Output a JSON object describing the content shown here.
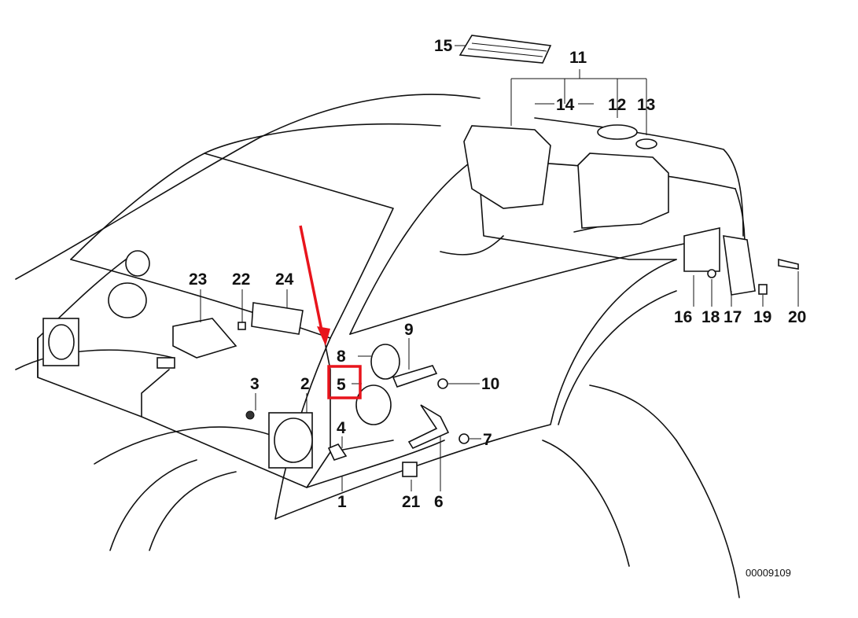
{
  "diagram": {
    "part_labels": {
      "p1": "1",
      "p2": "2",
      "p3": "3",
      "p4": "4",
      "p5": "5",
      "p6": "6",
      "p7": "7",
      "p8": "8",
      "p9": "9",
      "p10": "10",
      "p11": "11",
      "p12": "12",
      "p13": "13",
      "p14": "14",
      "p15": "15",
      "p16": "16",
      "p17": "17",
      "p18": "18",
      "p19": "19",
      "p20": "20",
      "p21": "21",
      "p22": "22",
      "p23": "23",
      "p24": "24"
    },
    "highlighted_part": "5",
    "highlight_color": "#e8141c",
    "drawing_number": "00009109"
  }
}
